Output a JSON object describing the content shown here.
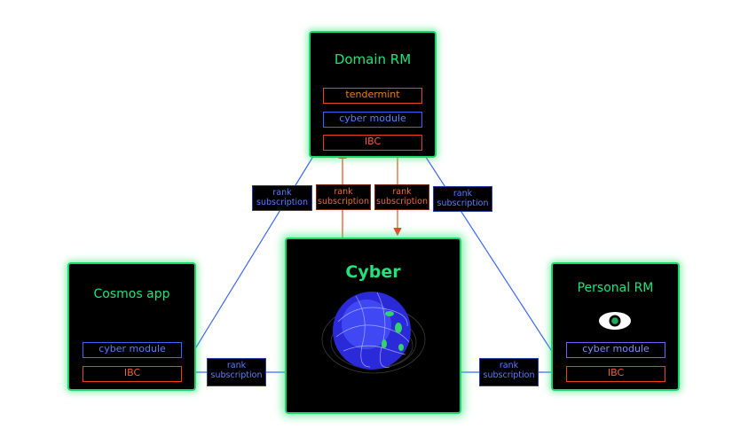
{
  "colors": {
    "green": "#21e27a",
    "blue": "#3c66ff",
    "orange": "#e8471f"
  },
  "domain_rm": {
    "title": "Domain RM",
    "modules": [
      "tendermint",
      "cyber module",
      "IBC"
    ]
  },
  "cyber": {
    "title": "Cyber",
    "icon": "cyber-sphere-icon"
  },
  "cosmos_app": {
    "title": "Cosmos app",
    "modules": [
      "cyber module",
      "IBC"
    ]
  },
  "personal_rm": {
    "title": "Personal RM",
    "icon": "eye-icon",
    "modules": [
      "cyber module",
      "IBC"
    ]
  },
  "edge_labels": {
    "domain_left": [
      "rank",
      "subscription"
    ],
    "domain_up": [
      "rank",
      "subscription"
    ],
    "domain_down": [
      "rank",
      "subscription"
    ],
    "domain_right": [
      "rank",
      "subscription"
    ],
    "cyber_left": [
      "rank",
      "subscription"
    ],
    "cyber_right": [
      "rank",
      "subscription"
    ]
  }
}
